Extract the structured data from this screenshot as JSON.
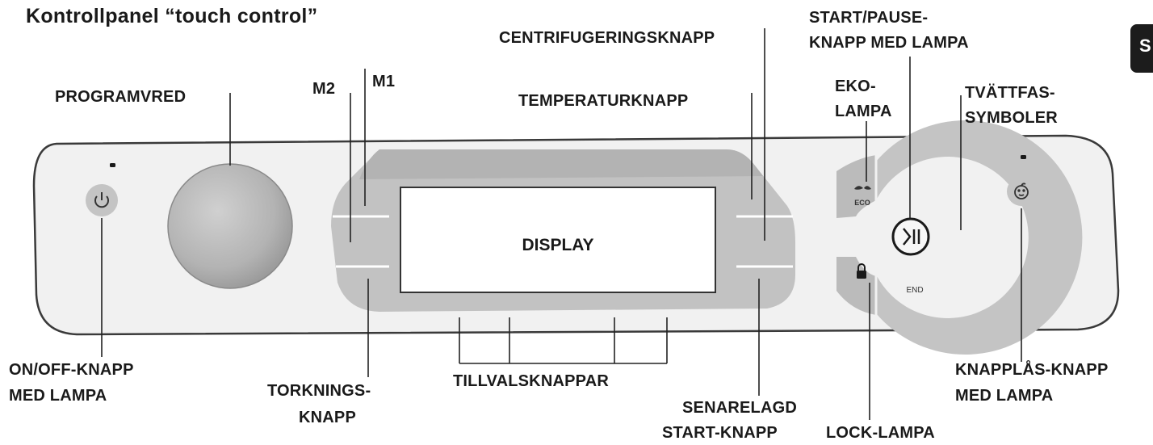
{
  "title": "Kontrollpanel “touch control”",
  "side_tab": "S",
  "display_label": "DISPLAY",
  "eco_label": "ECO",
  "end_label": "END",
  "labels": {
    "centrifugering": "CENTRIFUGERINGSKNAPP",
    "start_pause_1": "START/PAUSE-",
    "start_pause_2": "KNAPP MED LAMPA",
    "programvred": "PROGRAMVRED",
    "m2": "M2",
    "m1": "M1",
    "temperatur": "TEMPERATURKNAPP",
    "eko_1": "EKO-",
    "eko_2": "LAMPA",
    "tvattfas_1": "TVÄTTFAS-",
    "tvattfas_2": "SYMBOLER",
    "onoff_1": "ON/OFF-KNAPP",
    "onoff_2": "MED LAMPA",
    "torknings_1": "TORKNINGS-",
    "torknings_2": "KNAPP",
    "tillval": "TILLVALSKNAPPAR",
    "senarelagd_1": "SENARELAGD",
    "senarelagd_2": "START-KNAPP",
    "lock": "LOCK-LAMPA",
    "knapplas_1": "KNAPPLÅS-KNAPP",
    "knapplas_2": "MED LAMPA"
  },
  "colors": {
    "panel": "#f1f1f1",
    "panel_border": "#3a3a3a",
    "control_gray": "#bdbdbd",
    "display_fill": "#ffffff",
    "leader": "#222222"
  }
}
